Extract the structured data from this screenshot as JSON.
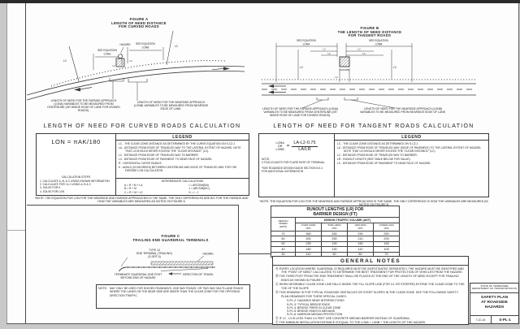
{
  "figure_a": {
    "title": "FIGURE A\nLENGTH OF NEED DISTANCE\nFOR CURVED ROADS",
    "see_equation": "SEE EQUATION",
    "lon_a": "LONA",
    "lon_b": "LONB",
    "hazard": "HAZARD",
    "lc": "LC",
    "l2": "L2",
    "l3": "L3"
  },
  "figure_b": {
    "title": "FIGURE B\nTHE LENGTH OF NEED DISTANCE\nFOR TANGENT ROADS",
    "see_equation": "SEE EQUATION",
    "lon_a": "LONA",
    "lon_b": "LONB",
    "hazard": "HAZARD",
    "lc": "LC",
    "la": "LA",
    "l2": "L2",
    "l3": "L3"
  },
  "callouts": {
    "farside": "LENGTH OF NEED FOR THE FARSIDE APPROACH (LONA) VARIABLES TO BE MEASURED FROM CENTERLINE (OR INSIDE EDGE OF LANE FOR DIVIDED ROADS).",
    "nearside": "LENGTH OF NEED FOR THE NEARSIDE APPROACH (LONB) VARIABLES TO BE MEASURED FROM NEARSIDE EDGE OF LANE."
  },
  "curved_calc": {
    "heading": "LENGTH OF NEED FOR CURVED ROADS CALCULATION",
    "equation": "LON = πAK/180",
    "steps_title": "CALCULATION STEPS",
    "steps": [
      "1. CALCULATE A, B, & C USING KNOWN INFORMATION",
      "2. CALCULATE FOR I & J USING A, B & C",
      "3. SOLVE FOR K",
      "4. SOLVE FOR LON"
    ],
    "legend_title": "LEGEND",
    "legend": [
      "LC - THE CLEAR ZONE DISTANCE AS DETERMINED BY THE CURVE EQUATION ON S-CZ-1",
      "LA - DISTANCE FROM EDGE OF TRAVELED WAY TO THE LATERAL EXTENT OF HAZARD. NOTE THAT LA SHOULD NEVER EXCEED THE \"CLEAR DISTANCE\" (LC).",
      "L2 - DISTANCE FROM EDGE OF TRAVELED WAY TO BARRIER.",
      "L3 - DISTANCE FROM EDGE OF PAVEMENT TO NEAR FACE OF HAZARD.",
      "R - HORIZONTAL CURVE RADIUS",
      "K - ANGLE (IN DEGREES) BETWEEN CENTERLINE AND EDGE OF TRAVELED WAY FOR THE FARSIDE LON CALCULATION"
    ],
    "intermediate_title": "INTERMEDIATE CALCULATIONS",
    "intermediate_left": [
      "A = R + M + LA",
      "B = R + M",
      "C = R + M + L2"
    ],
    "intermediate_right": [
      "I = ARCSIN(B/A)",
      "J = ARCSIN(B/C)",
      "K = I - J"
    ],
    "note": "*NOTE: THE EQUATION FOR LON FOR THE NEARSIDE AND FARSIDE APPROACHES IS THE SAME. THE ONLY DIFFERENCES ARE B/C FOR THE FARSIDE AND HOW THE VARIABLES ARE MEASURED AS NOTED ON FIGURE A"
  },
  "tangent_calc": {
    "heading": "LENGTH OF NEED FOR TANGENT ROADS CALCULATION",
    "lhs_top": "LONA",
    "lhs_mid": "OR",
    "lhs_bottom": "LONB",
    "equals": "=",
    "numerator": "LA-L2-0.75",
    "denominator": "LA/LR",
    "flare_note": "NOTE:\n0.75 ACCOUNTS FOR FLARE RATE OF TERMINAL",
    "guide_note": "*SEE ROADSIDE DESIGN GUIDE SECTION 5.6.4\nFOR ADDITIONAL INFORMATION",
    "legend_title": "LEGEND",
    "legend": [
      "LC - THE CLEAR ZONE DISTANCE AS DETERMINED ON S-CZ-1",
      "LA - DISTANCE FROM EDGE OF TRAVELED WAY (EDGE OF PAVEMENT) TO THE LATERAL EXTENT OF HAZARD. NOTE THAT LA SHOULD NEVER EXCEED THE \"CLEAR DISTANCE\" (LC).",
      "L2 - DISTANCE FROM EDGE OF TRAVELED WAY TO BARRIER.",
      "LR - RUNOUT LENGTH (SEE TABLE BELOW FOR VALUE).",
      "L3 - DISTANCE FROM EDGE OF PAVEMENT TO NEAR FACE OF HAZARD."
    ],
    "note": "*NOTE: THE EQUATION FOR LON FOR THE NEARSIDE AND FARSIDE APPROACHES IS THE SAME. THE ONLY DIFFERENCE IS HOW THE VARIABLES ARE MEASURED AS NOTED ON FIGURE B"
  },
  "runout_table": {
    "title": "RUNOUT LENGTHS (LR) FOR\nBARRIER DESIGN (FT)",
    "speed_header": "DESIGN\nSPEED\n(MPH)",
    "volume_header": "DESIGN TRAFFIC VOLUME (ADT)",
    "sub_headers": [
      "OVER 10000\nVPD",
      "5000-10000\nVPD",
      "1000-5000\nVPD",
      "UNDER 1000\nVPD"
    ],
    "rows": [
      [
        70,
        360,
        330,
        290,
        250
      ],
      [
        60,
        300,
        250,
        210,
        200
      ],
      [
        50,
        230,
        190,
        160,
        150
      ],
      [
        40,
        160,
        130,
        110,
        100
      ],
      [
        30,
        110,
        90,
        80,
        70
      ]
    ]
  },
  "figure_c": {
    "title": "FIGURE C\nTRAILING END GUARDRAIL TERMINALS",
    "terminal_label": "TYPE 13\nEND TERMINAL (TRAILING)\n(S-GRT-4)",
    "hazard": "HAZARD",
    "terminate_label": "TERMINATE GUARDRAIL ONE POST\nBEYOND END OF HAZARD",
    "direction_label": "DIRECTION OF TRAVEL",
    "note_label": "NOTE:",
    "note_text": "MAY ONLY BE USED FOR DIVIDED ROADWAYS, ONE WAY ROADS, OR TWO WAY MULTI-LANE ROADS WHERE THE LANES ON THE NEAR SIDE ARE WIDER THAN THE CLEAR ZONE FOR THE OPPOSING DIRECTION TRAFFIC."
  },
  "general_notes": {
    "title": "GENERAL NOTES",
    "items": [
      {
        "marker": "Ⓐ",
        "text": "EVERY LOCATION WHERE GUARDRAIL IS REQUIRED MUST BE INVESTIGATED SEPARATELY. THE HAZARD MUST BE IDENTIFIED AND THE \"POINT OF NEED\" CALCULATED TO DETERMINE THE BEST TREATMENT FOR PROTECTION OF VEHICLES FROM THE HAZARD."
      },
      {
        "marker": "Ⓑ",
        "text": "THE THIRD POST FROM THE END TREATMENT SHALL BE PLACED AT THE END OF THE LENGTH OF NEED EXCEPT FOR TRAILING ENDS AS SHOWN IN FIGURE C."
      },
      {
        "marker": "Ⓒ",
        "text": "WHEN DESIRABLE CLEAR ZONE LINE FALLS INSIDE THE FILL SLOPE LINE (FOR 3:1 OR STEEPER) EXTEND THE CLEAR ZONE TO THE TOE OF THE SLOPE."
      },
      {
        "marker": "Ⓓ",
        "text": "THIS DRAWING IS FOR TYPICAL ROADSIDE OBSTACLES OR STEEP SLOPES IN THE CLEAR ZONE. SEE THE FOLLOWING SAFETY PLAN DRAWINGS FOR THESE SPECIAL CASES:",
        "sub": [
          "S-PL-2: HAZARDS NEAR INTERSECTIONS",
          "S-PL-3: TYPICAL BRIDGE ENDS",
          "S-PL-4: BRIDGE PIERS IN CLEAR ZONE",
          "S-PL-5: BRIDGE ENDS IN MEDIANS",
          "S-PL-6: NARROW MEDIAN PROTECTION"
        ]
      },
      {
        "marker": "Ⓔ",
        "text": "IF L2 - L3 IS LESS THAN 4.0 FEET USE CONCRETE MEDIAN BARRIER INSTEAD OF GUARDRAIL."
      },
      {
        "marker": "Ⓕ",
        "text": "THE MINIMUM INSTALLATION DISTANCE IS EQUAL TO THE LONA + LONB + THE LENGTH OF THE HAZARD."
      }
    ]
  },
  "title_block": {
    "agency": "STATE OF TENNESSEE\nDEPARTMENT OF TRANSPORTATION",
    "drawing_title": "SAFETY PLAN\nAT ROADSIDE\nHAZARDS",
    "date": "7-10-15",
    "sheet_no": "S-PL-1"
  }
}
